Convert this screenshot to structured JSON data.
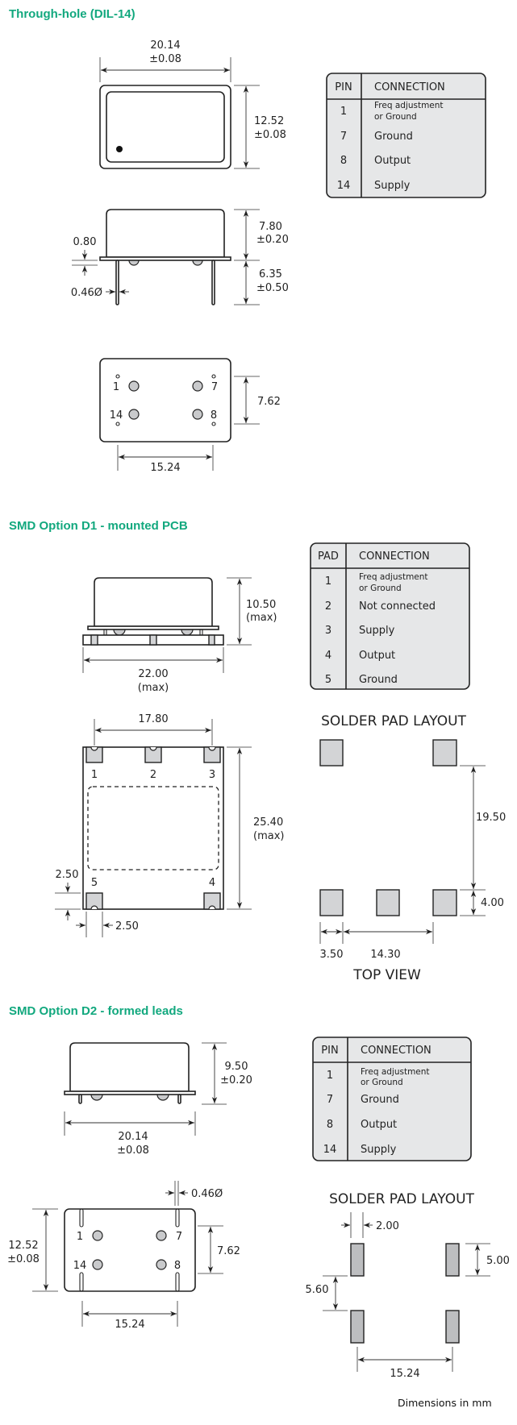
{
  "footer": "Dimensions in mm",
  "through_hole": {
    "title": "Through-hole (DIL-14)",
    "dims": {
      "width": [
        "20.14",
        "±0.08"
      ],
      "height": [
        "12.52",
        "±0.08"
      ],
      "body_height": [
        "7.80",
        "±0.20"
      ],
      "pin_length": [
        "6.35",
        "±0.50"
      ],
      "flange": "0.80",
      "pin_dia": "0.46Ø",
      "row_spacing": "7.62",
      "pin_spacing": "15.24"
    },
    "pin_labels": [
      "1",
      "7",
      "14",
      "8"
    ],
    "table": {
      "headers": [
        "PIN",
        "CONNECTION"
      ],
      "rows": [
        {
          "pin": "1",
          "connection": [
            "Freq adjustment",
            "or Ground"
          ]
        },
        {
          "pin": "7",
          "connection": [
            "Ground"
          ]
        },
        {
          "pin": "8",
          "connection": [
            "Output"
          ]
        },
        {
          "pin": "14",
          "connection": [
            "Supply"
          ]
        }
      ]
    }
  },
  "smd_d1": {
    "title": "SMD Option D1 - mounted PCB",
    "dims": {
      "height": [
        "10.50",
        "(max)"
      ],
      "width": [
        "22.00",
        "(max)"
      ],
      "pad_pitch": "17.80",
      "length": [
        "25.40",
        "(max)"
      ],
      "pad_h": "2.50",
      "pad_w": "2.50"
    },
    "pad_labels": [
      "1",
      "2",
      "3",
      "5",
      "4"
    ],
    "table": {
      "headers": [
        "PAD",
        "CONNECTION"
      ],
      "rows": [
        {
          "pin": "1",
          "connection": [
            "Freq adjustment",
            "or Ground"
          ]
        },
        {
          "pin": "2",
          "connection": [
            "Not connected"
          ]
        },
        {
          "pin": "3",
          "connection": [
            "Supply"
          ]
        },
        {
          "pin": "4",
          "connection": [
            "Output"
          ]
        },
        {
          "pin": "5",
          "connection": [
            "Ground"
          ]
        }
      ]
    },
    "solder": {
      "title": "SOLDER PAD LAYOUT",
      "subtitle": "TOP VIEW",
      "dims": {
        "row_gap": "19.50",
        "pad_size": "4.00",
        "pad_w": "3.50",
        "pitch": "14.30"
      }
    }
  },
  "smd_d2": {
    "title": "SMD Option D2 - formed leads",
    "dims": {
      "height": [
        "9.50",
        "±0.20"
      ],
      "width": [
        "20.14",
        "±0.08"
      ],
      "pin_dia": "0.46Ø",
      "length": [
        "12.52",
        "±0.08"
      ],
      "row_spacing": "7.62",
      "pin_spacing": "15.24"
    },
    "pin_labels": [
      "1",
      "7",
      "14",
      "8"
    ],
    "table": {
      "headers": [
        "PIN",
        "CONNECTION"
      ],
      "rows": [
        {
          "pin": "1",
          "connection": [
            "Freq adjustment",
            "or Ground"
          ]
        },
        {
          "pin": "7",
          "connection": [
            "Ground"
          ]
        },
        {
          "pin": "8",
          "connection": [
            "Output"
          ]
        },
        {
          "pin": "14",
          "connection": [
            "Supply"
          ]
        }
      ]
    },
    "solder": {
      "title": "SOLDER PAD LAYOUT",
      "dims": {
        "pad_w": "2.00",
        "pad_h": "5.00",
        "gap": "5.60",
        "spacing": "15.24"
      }
    }
  }
}
